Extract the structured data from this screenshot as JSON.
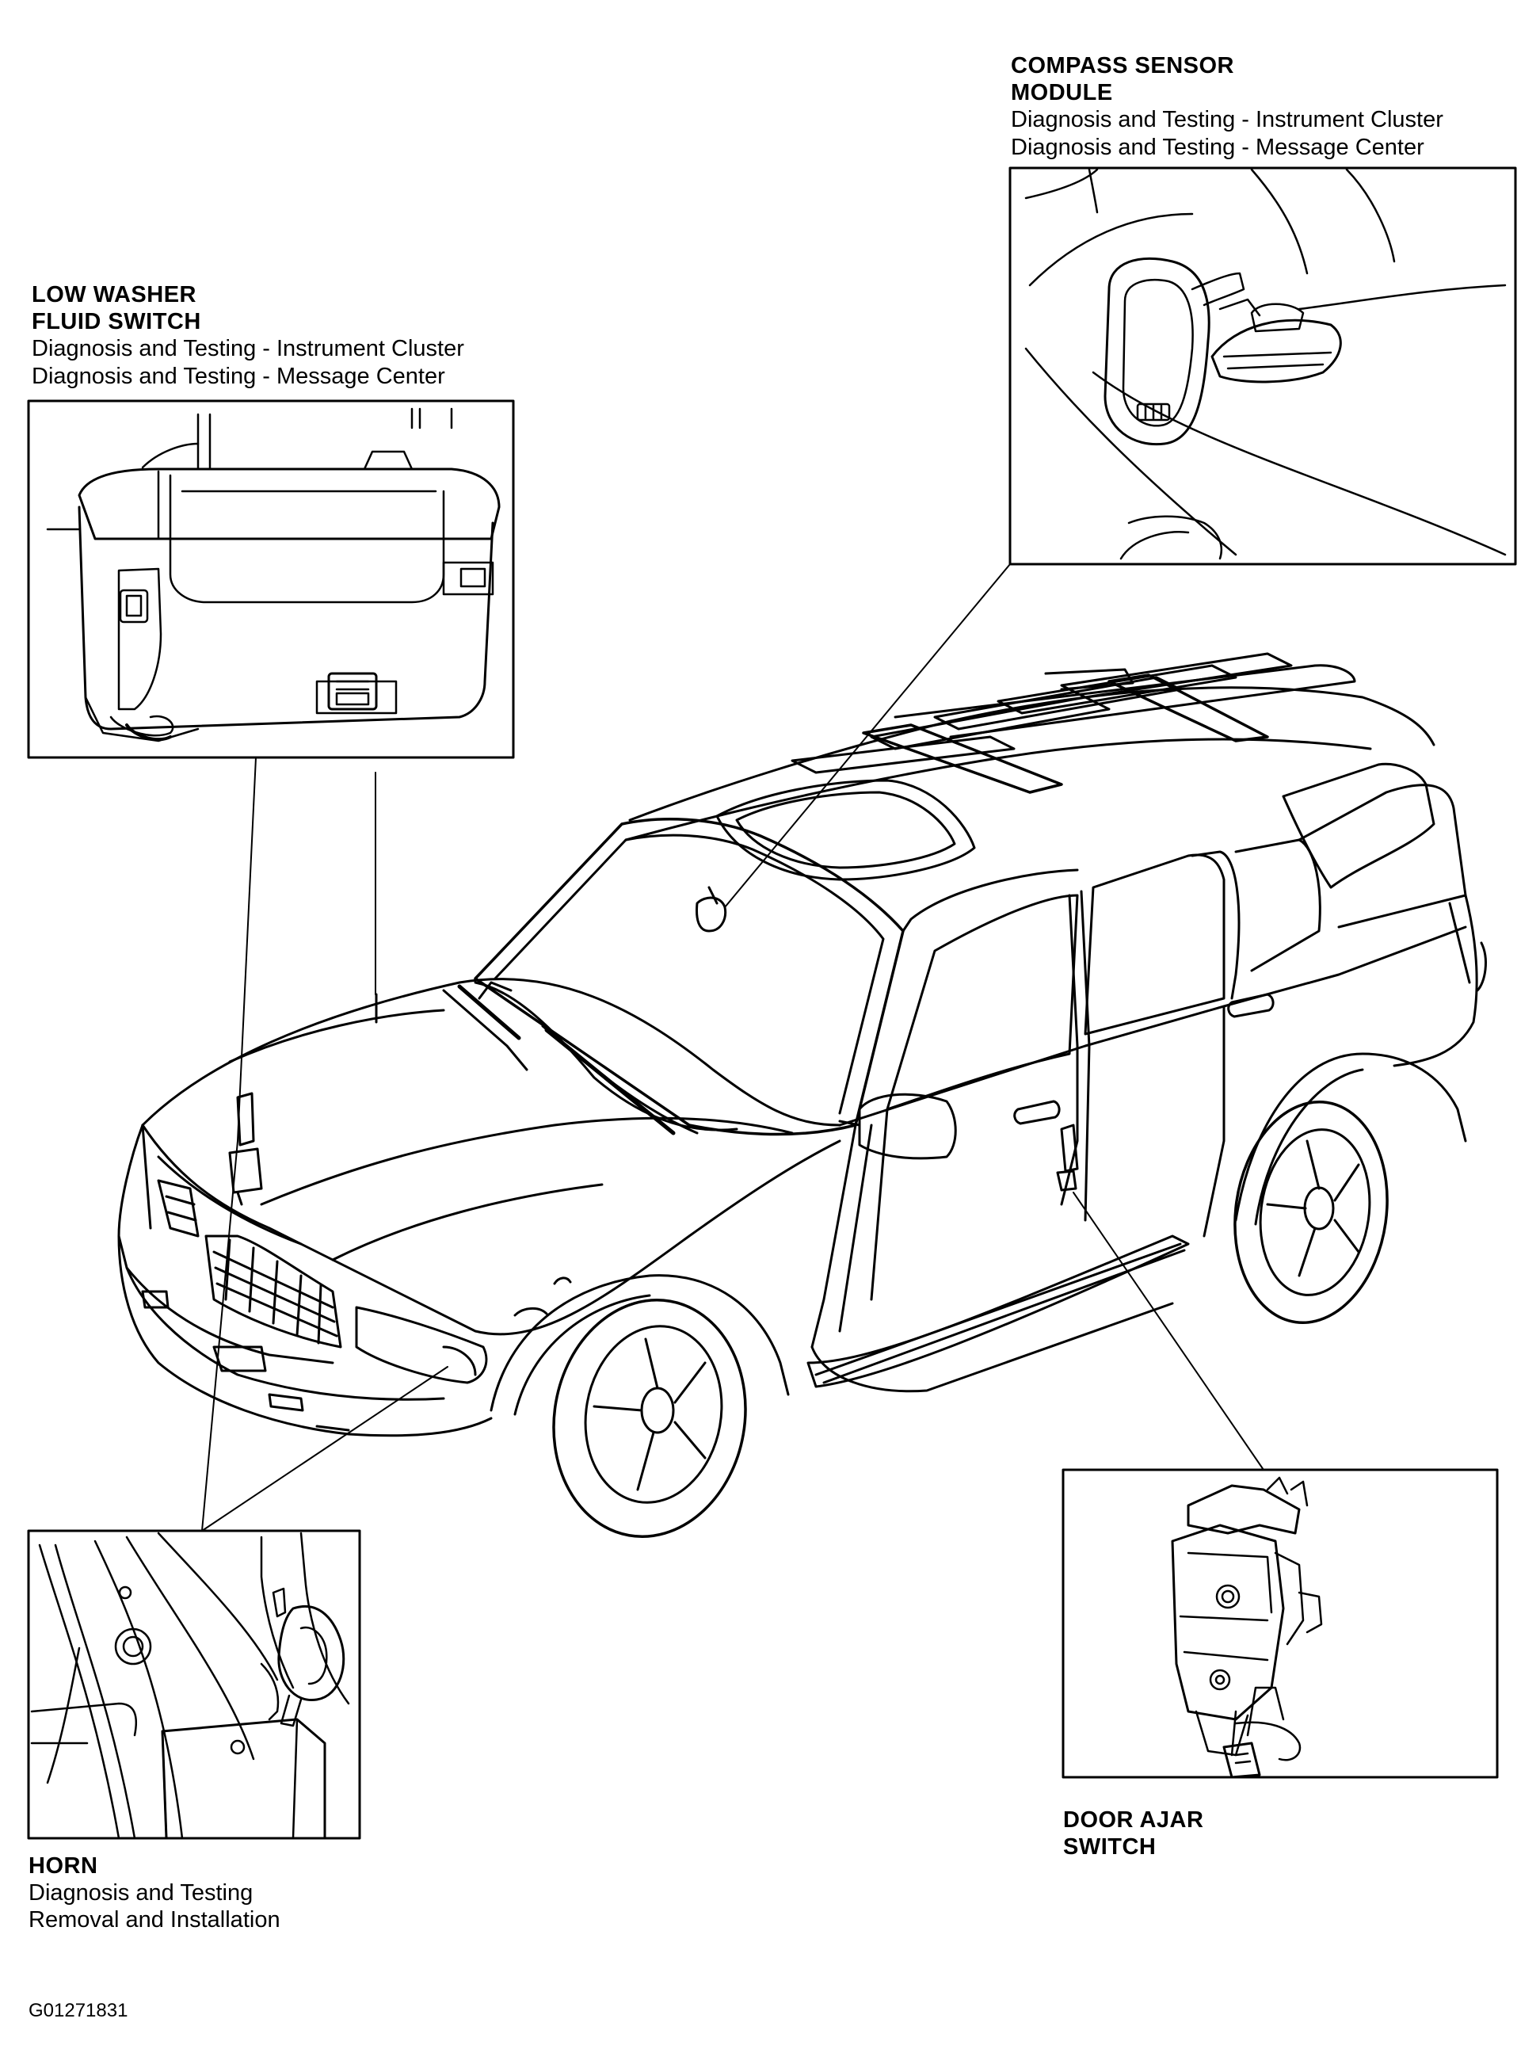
{
  "callouts": {
    "compass": {
      "title_line1": "COMPASS SENSOR",
      "title_line2": "MODULE",
      "ref1": "Diagnosis and Testing - Instrument Cluster",
      "ref2": "Diagnosis and Testing - Message Center"
    },
    "washer": {
      "title_line1": "LOW WASHER",
      "title_line2": "FLUID SWITCH",
      "ref1": "Diagnosis and Testing - Instrument Cluster",
      "ref2": "Diagnosis and Testing - Message Center"
    },
    "horn": {
      "title_line1": "HORN",
      "ref1": "Diagnosis and Testing",
      "ref2": "Removal and Installation"
    },
    "door": {
      "title_line1": "DOOR AJAR",
      "title_line2": "SWITCH"
    }
  },
  "figure_id": "G01271831"
}
